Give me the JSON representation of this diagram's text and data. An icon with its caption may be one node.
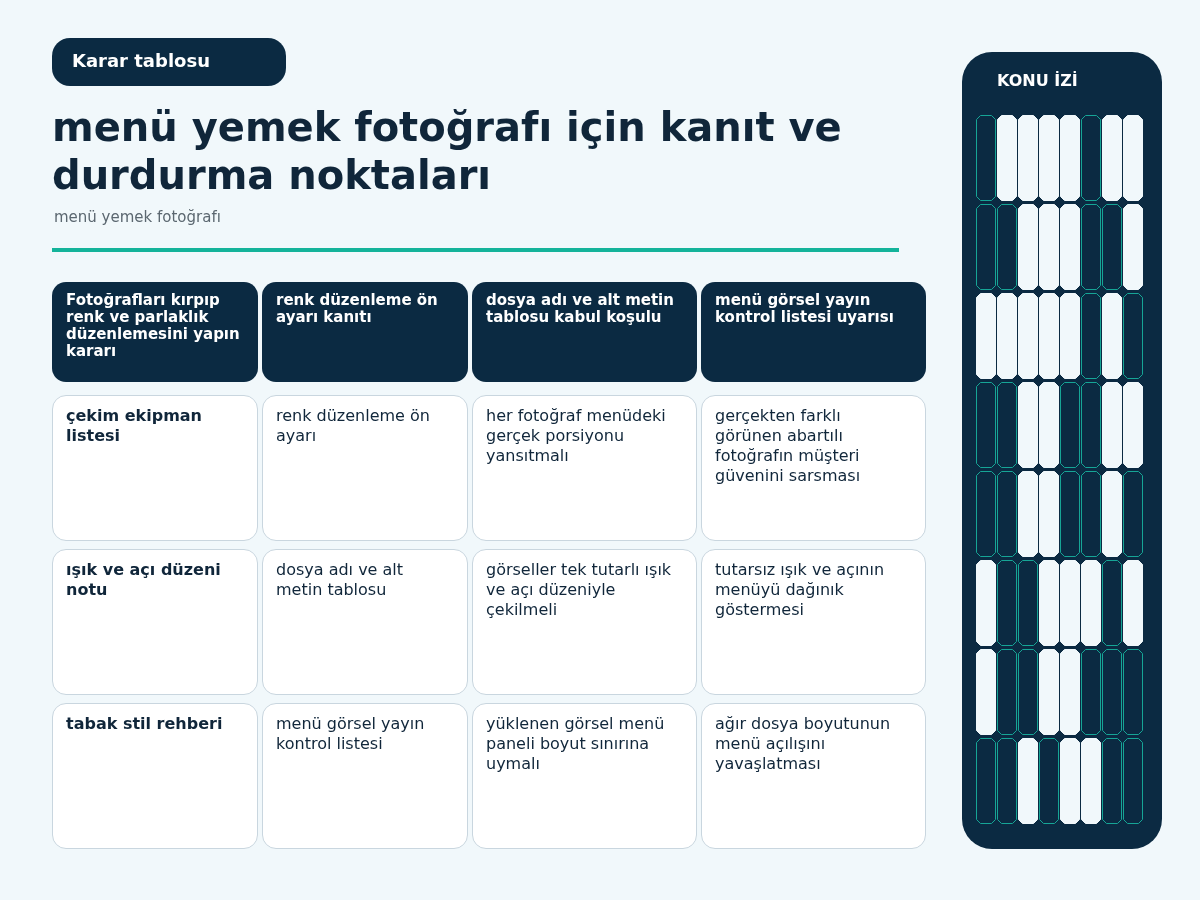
{
  "diagram": {
    "title": "menü yemek fotoğrafı için kanıt ve durdurma noktaları",
    "labels": [
      "Karar tablosu",
      "menü yemek fotoğrafı",
      "Fotoğrafları kırpıp renk ve parlaklık düzenlemesini yapın kararı",
      "renk düzenleme ön ayarı kanıtı",
      "dosya adı ve alt metin tablosu kabul koşulu",
      "menü görsel yayın kontrol listesi uyarısı",
      "çekim ekipman listesi",
      "renk düzenleme ön ayarı",
      "her fotoğraf menüdeki gerçek porsiyonu yansıtmalı",
      "gerçekten farklı görünen abartılı fotoğrafın müşteri güvenini sarsması",
      "ışık ve açı düzeni notu",
      "dosya adı ve alt metin tablosu",
      "görseller tek tutarlı ışık ve açı düzeniyle çekilmeli",
      "tutarsız ışık ve açının menüyü dağınık göstermesi",
      "tabak stil rehberi",
      "menü görsel yayın kontrol listesi",
      "yüklenen görsel menü paneli boyut sınırına uymalı",
      "ağır dosya boyutunun menü açılışını yavaşlatması",
      "KONU İZİ"
    ]
  }
}
